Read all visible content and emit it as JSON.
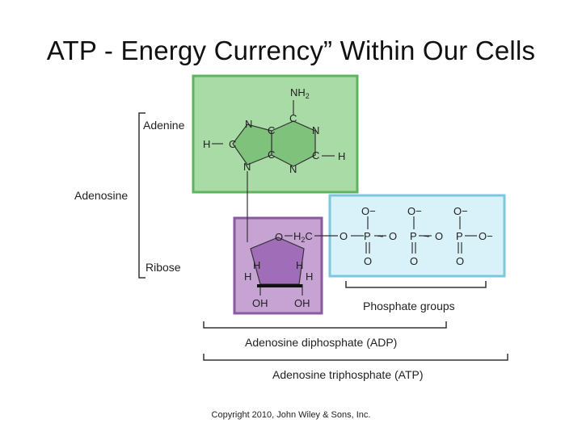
{
  "title": "ATP - Energy Currency” Within Our Cells",
  "labels": {
    "adenine": "Adenine",
    "adenosine": "Adenosine",
    "ribose": "Ribose",
    "phosphate_groups": "Phosphate groups",
    "adp": "Adenosine diphosphate (ADP)",
    "atp": "Adenosine triphosphate (ATP)"
  },
  "copyright": "Copyright 2010, John Wiley & Sons, Inc.",
  "atoms": {
    "n": "N",
    "c": "C",
    "h": "H",
    "o": "O",
    "p": "P",
    "nh2_main": "NH",
    "nh2_sub": "2",
    "h2c_main": "H",
    "h2c_sub": "2",
    "h2c_c": "C",
    "oh": "OH",
    "o_minus": "O−",
    "tilde": "~"
  },
  "colors": {
    "adenine_fill": "#a8dba6",
    "adenine_border": "#5fb35c",
    "ribose_fill": "#c7a3d4",
    "ribose_border": "#8a5aa0",
    "ring_fill": "#a06db8",
    "phosphate_fill": "#d9f1f8",
    "phosphate_border": "#7cc7de"
  }
}
